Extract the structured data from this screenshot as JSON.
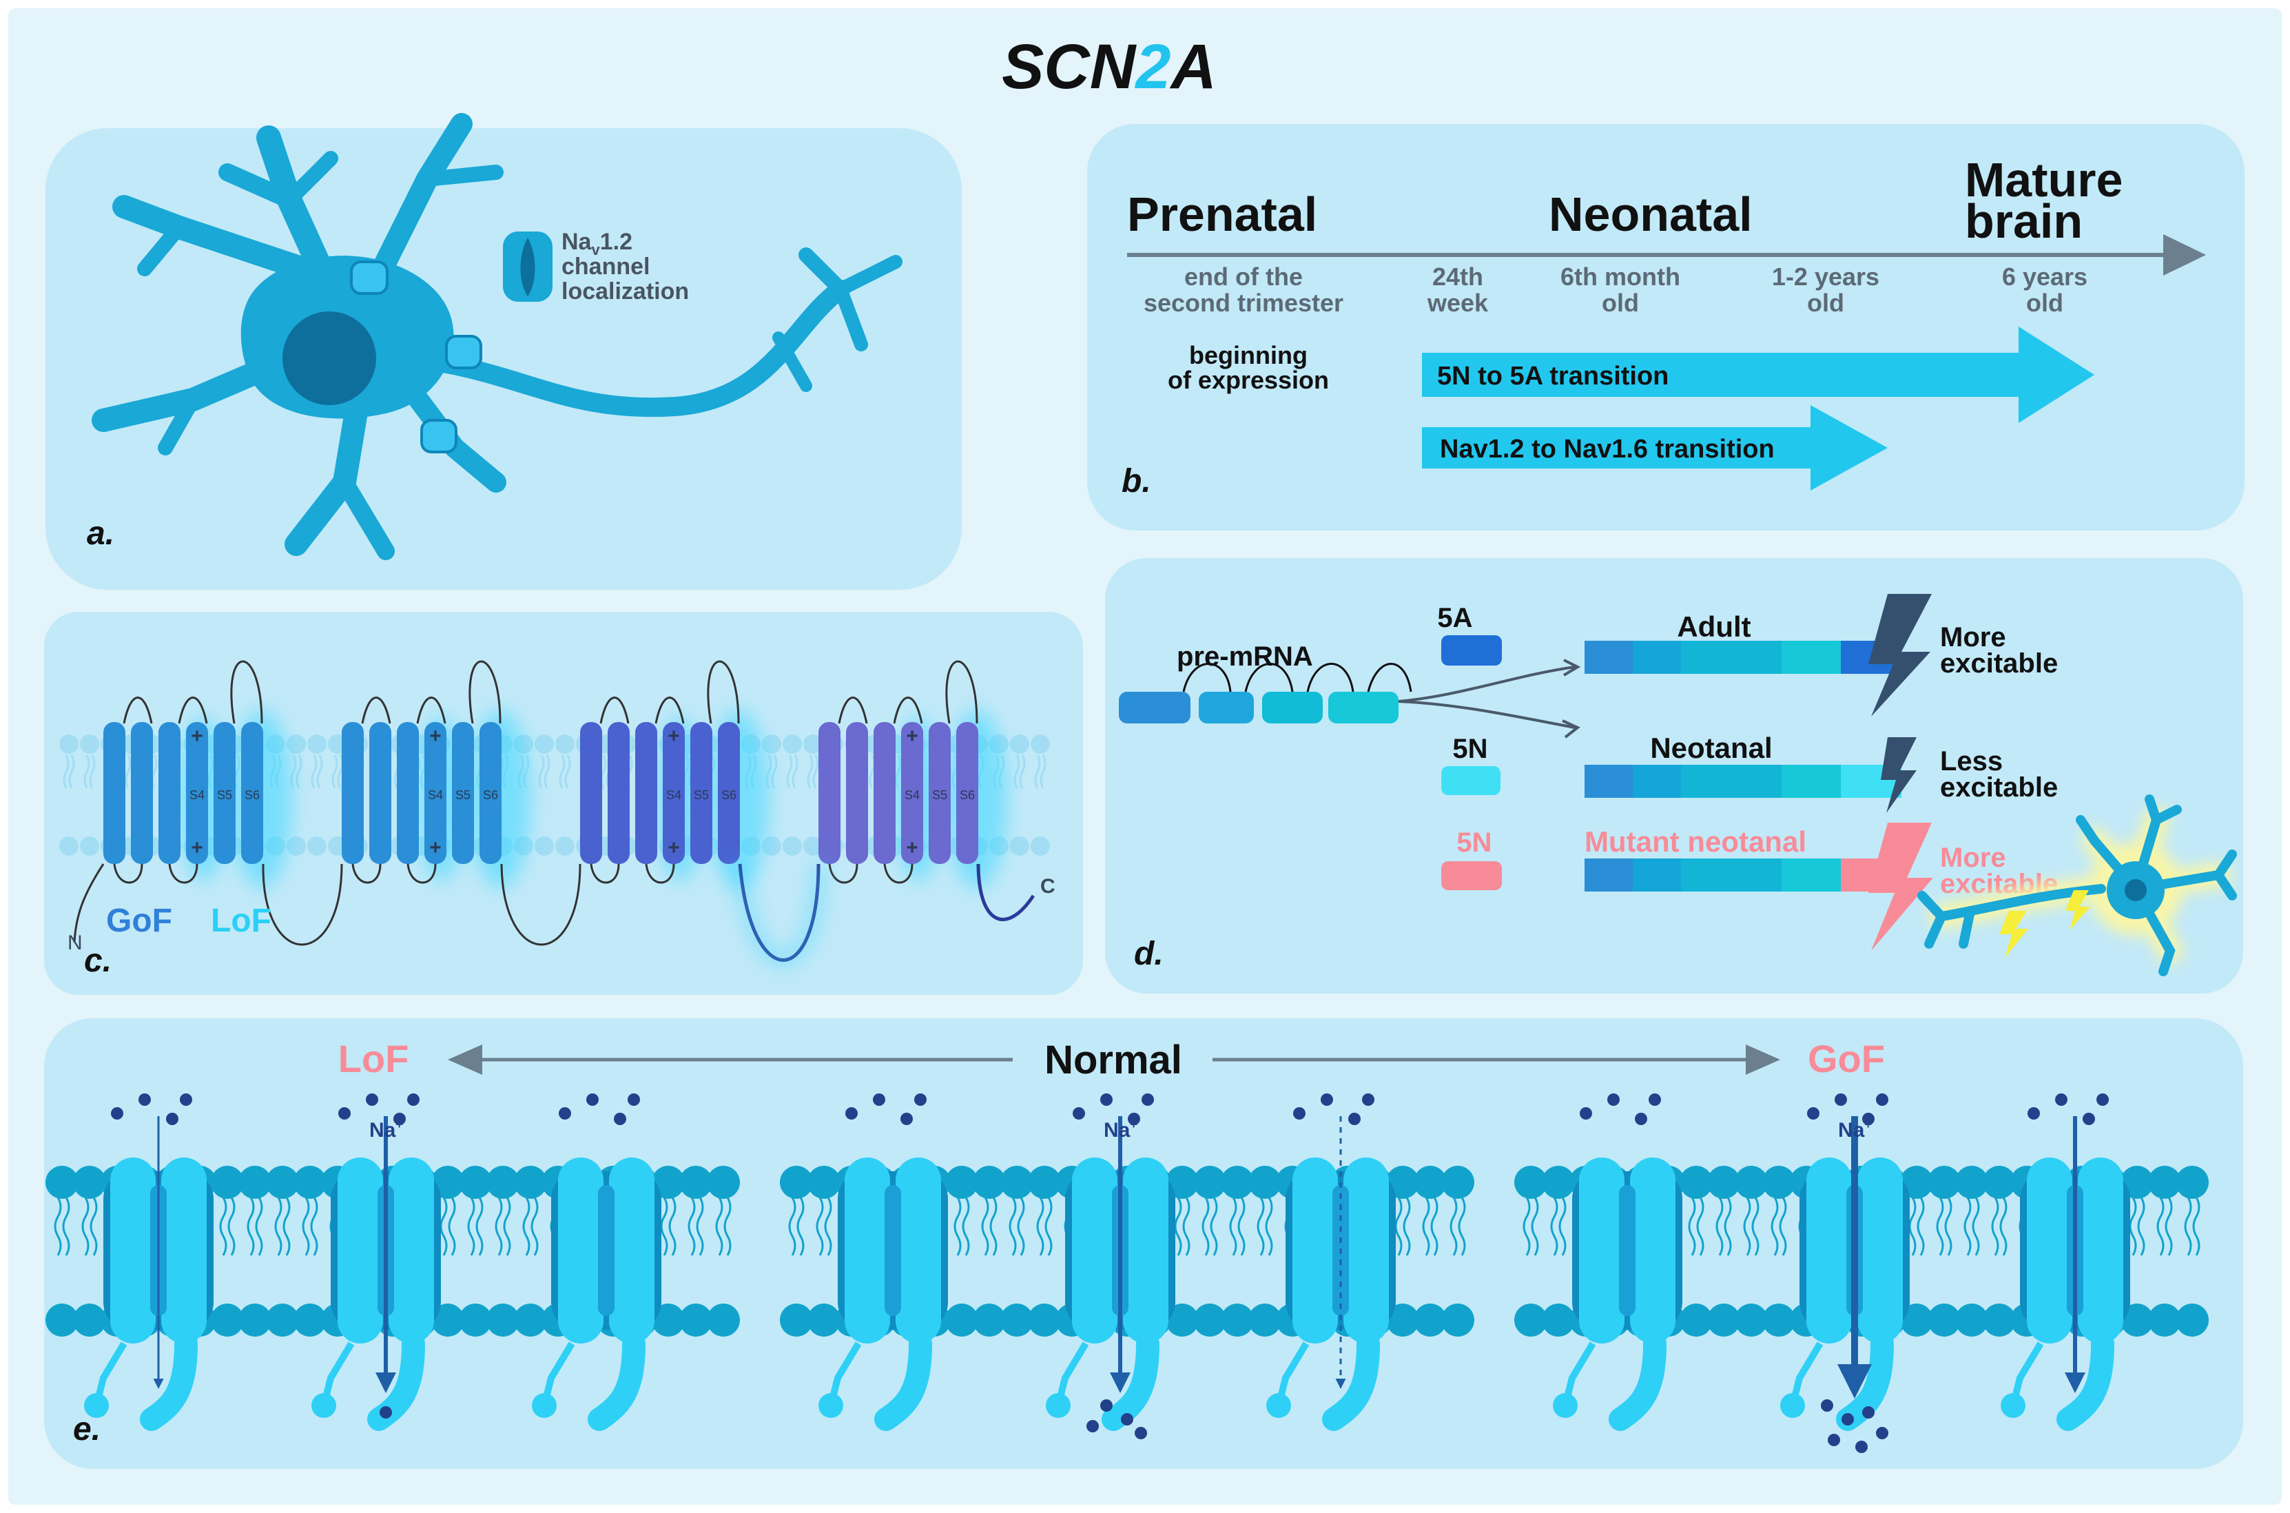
{
  "title": {
    "pre": "SCN",
    "mid": "2",
    "post": "A"
  },
  "panel_a": {
    "label": "a.",
    "legend_line1": "Na",
    "legend_sub": "v",
    "legend_line1_suffix": "1.2",
    "legend_line2": "channel",
    "legend_line3": "localization"
  },
  "panel_b": {
    "label": "b.",
    "stage_prenatal": "Prenatal",
    "stage_neonatal": "Neonatal",
    "stage_mature_1": "Mature",
    "stage_mature_2": "brain",
    "tick1_a": "end of the",
    "tick1_b": "second trimester",
    "tick2_a": "24th",
    "tick2_b": "week",
    "tick3_a": "6th month",
    "tick3_b": "old",
    "tick4_a": "1-2 years",
    "tick4_b": "old",
    "tick5_a": "6 years",
    "tick5_b": "old",
    "expr_a": "beginning",
    "expr_b": "of expression",
    "arrow1": "5N to 5A transition",
    "arrow2": "Nav1.2 to Nav1.6 transition"
  },
  "panel_c": {
    "label": "c.",
    "gof": "GoF",
    "lof": "LoF",
    "n_term": "N",
    "c_term": "C",
    "s4": "S4",
    "s5": "S5",
    "s6": "S6",
    "plus": "+"
  },
  "panel_d": {
    "label": "d.",
    "premrna": "pre-mRNA",
    "exon_5a": "5A",
    "exon_5n": "5N",
    "exon_5n_mut": "5N",
    "adult": "Adult",
    "neotanal": "Neotanal",
    "mutant": "Mutant neotanal",
    "more1_a": "More",
    "more1_b": "excitable",
    "less_a": "Less",
    "less_b": "excitable",
    "more2_a": "More",
    "more2_b": "excitable"
  },
  "panel_e": {
    "label": "e.",
    "lof": "LoF",
    "normal": "Normal",
    "gof": "GoF",
    "na": "Na",
    "na_sup": "+"
  },
  "colors": {
    "background": "#e3f4fb",
    "panel": "#c2e9f8",
    "accent": "#21c4ee",
    "neuron": "#1aa8d6",
    "dark_text": "#111111",
    "axis": "#6b7f8f",
    "arrow": "#22c7ee",
    "pink": "#f78c98",
    "navy": "#23418a"
  }
}
